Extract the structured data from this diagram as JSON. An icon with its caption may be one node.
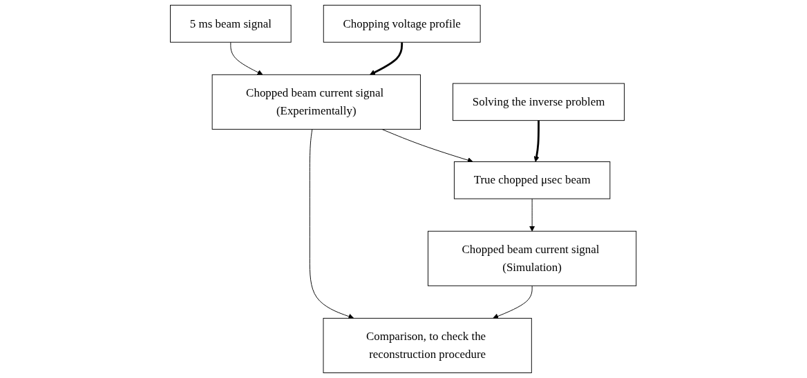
{
  "diagram": {
    "nodes": [
      {
        "text": [
          "5 ms beam signal"
        ]
      },
      {
        "text": [
          "Chopping voltage profile"
        ]
      },
      {
        "text": [
          "Chopped beam current signal (Experimentally)"
        ]
      },
      {
        "text": [
          "Solving the inverse problem"
        ]
      },
      {
        "text": [
          "True chopped μsec beam"
        ]
      },
      {
        "text": [
          "Comparison, to check the reconstruction procedure"
        ]
      },
      {
        "text": [
          "Chopped beam current signal (Simulation)"
        ]
      }
    ],
    "edges": [
      {
        "from": 0,
        "to": 2,
        "arrow": "to"
      },
      {
        "from": 1,
        "to": 2,
        "arrow": "to",
        "style": "thick"
      },
      {
        "from": 2,
        "to": 4,
        "arrow": "to"
      },
      {
        "from": 3,
        "to": 4,
        "arrow": "to",
        "style": "thick"
      },
      {
        "from": 4,
        "to": 6,
        "arrow": "to"
      },
      {
        "from": 2,
        "to": 5,
        "arrow": "to"
      },
      {
        "from": 6,
        "to": 5,
        "arrow": "to"
      }
    ]
  }
}
